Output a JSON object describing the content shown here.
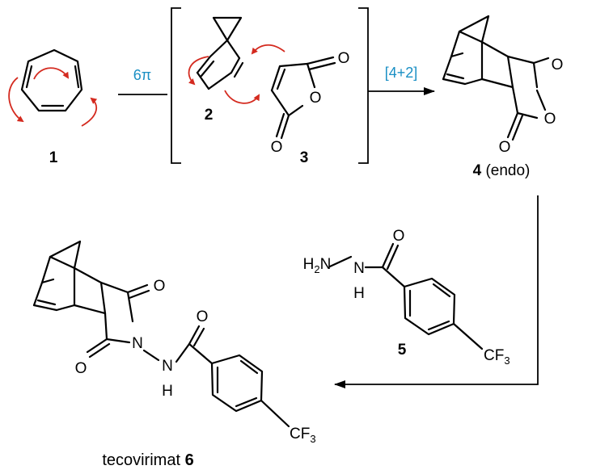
{
  "compounds": {
    "c1": {
      "number": "1"
    },
    "c2": {
      "number": "2"
    },
    "c3": {
      "number": "3"
    },
    "c4": {
      "number": "4",
      "descriptor": " (endo)"
    },
    "c5": {
      "number": "5"
    },
    "c6": {
      "name": "tecovirimat ",
      "number": "6"
    }
  },
  "conditions": {
    "step1": "6π",
    "step2": "[4+2]"
  },
  "atoms": {
    "O": "O",
    "N": "N",
    "H": "H",
    "H2N": "H",
    "H2N_sub": "2",
    "H2N_N": "N",
    "CF3": "CF",
    "CF3_sub": "3"
  },
  "colors": {
    "condition_text": "#1a8fc4",
    "electron_arrows": "#d42a1f"
  }
}
